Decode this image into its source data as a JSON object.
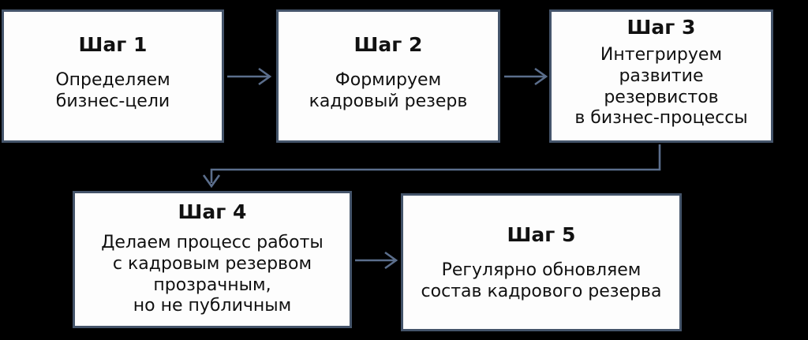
{
  "diagram": {
    "title_text": "",
    "background_color": "#000000",
    "box_fill_color": "#FDFDFD",
    "box_border_color": "#44546A",
    "connector_color": "#5B6E8C",
    "text_color": "#111111",
    "steps": [
      {
        "id": "step-1",
        "title": "Шаг 1",
        "body": "Определяем\nбизнес-цели"
      },
      {
        "id": "step-2",
        "title": "Шаг 2",
        "body": "Формируем\nкадровый резерв"
      },
      {
        "id": "step-3",
        "title": "Шаг 3",
        "body": "Интегрируем\nразвитие\nрезервистов\nв бизнес-процессы"
      },
      {
        "id": "step-4",
        "title": "Шаг 4",
        "body": "Делаем процесс работы\nс кадровым резервом\nпрозрачным,\nно не публичным"
      },
      {
        "id": "step-5",
        "title": "Шаг 5",
        "body": "Регулярно обновляем\nсостав кадрового резерва"
      }
    ],
    "connectors": [
      {
        "id": "connector-1-2",
        "from": "step-1",
        "to": "step-2",
        "shape": "straight-right"
      },
      {
        "id": "connector-2-3",
        "from": "step-2",
        "to": "step-3",
        "shape": "straight-right"
      },
      {
        "id": "connector-3-4",
        "from": "step-3",
        "to": "step-4",
        "shape": "elbow-down-left"
      },
      {
        "id": "connector-4-5",
        "from": "step-4",
        "to": "step-5",
        "shape": "straight-right"
      }
    ]
  }
}
